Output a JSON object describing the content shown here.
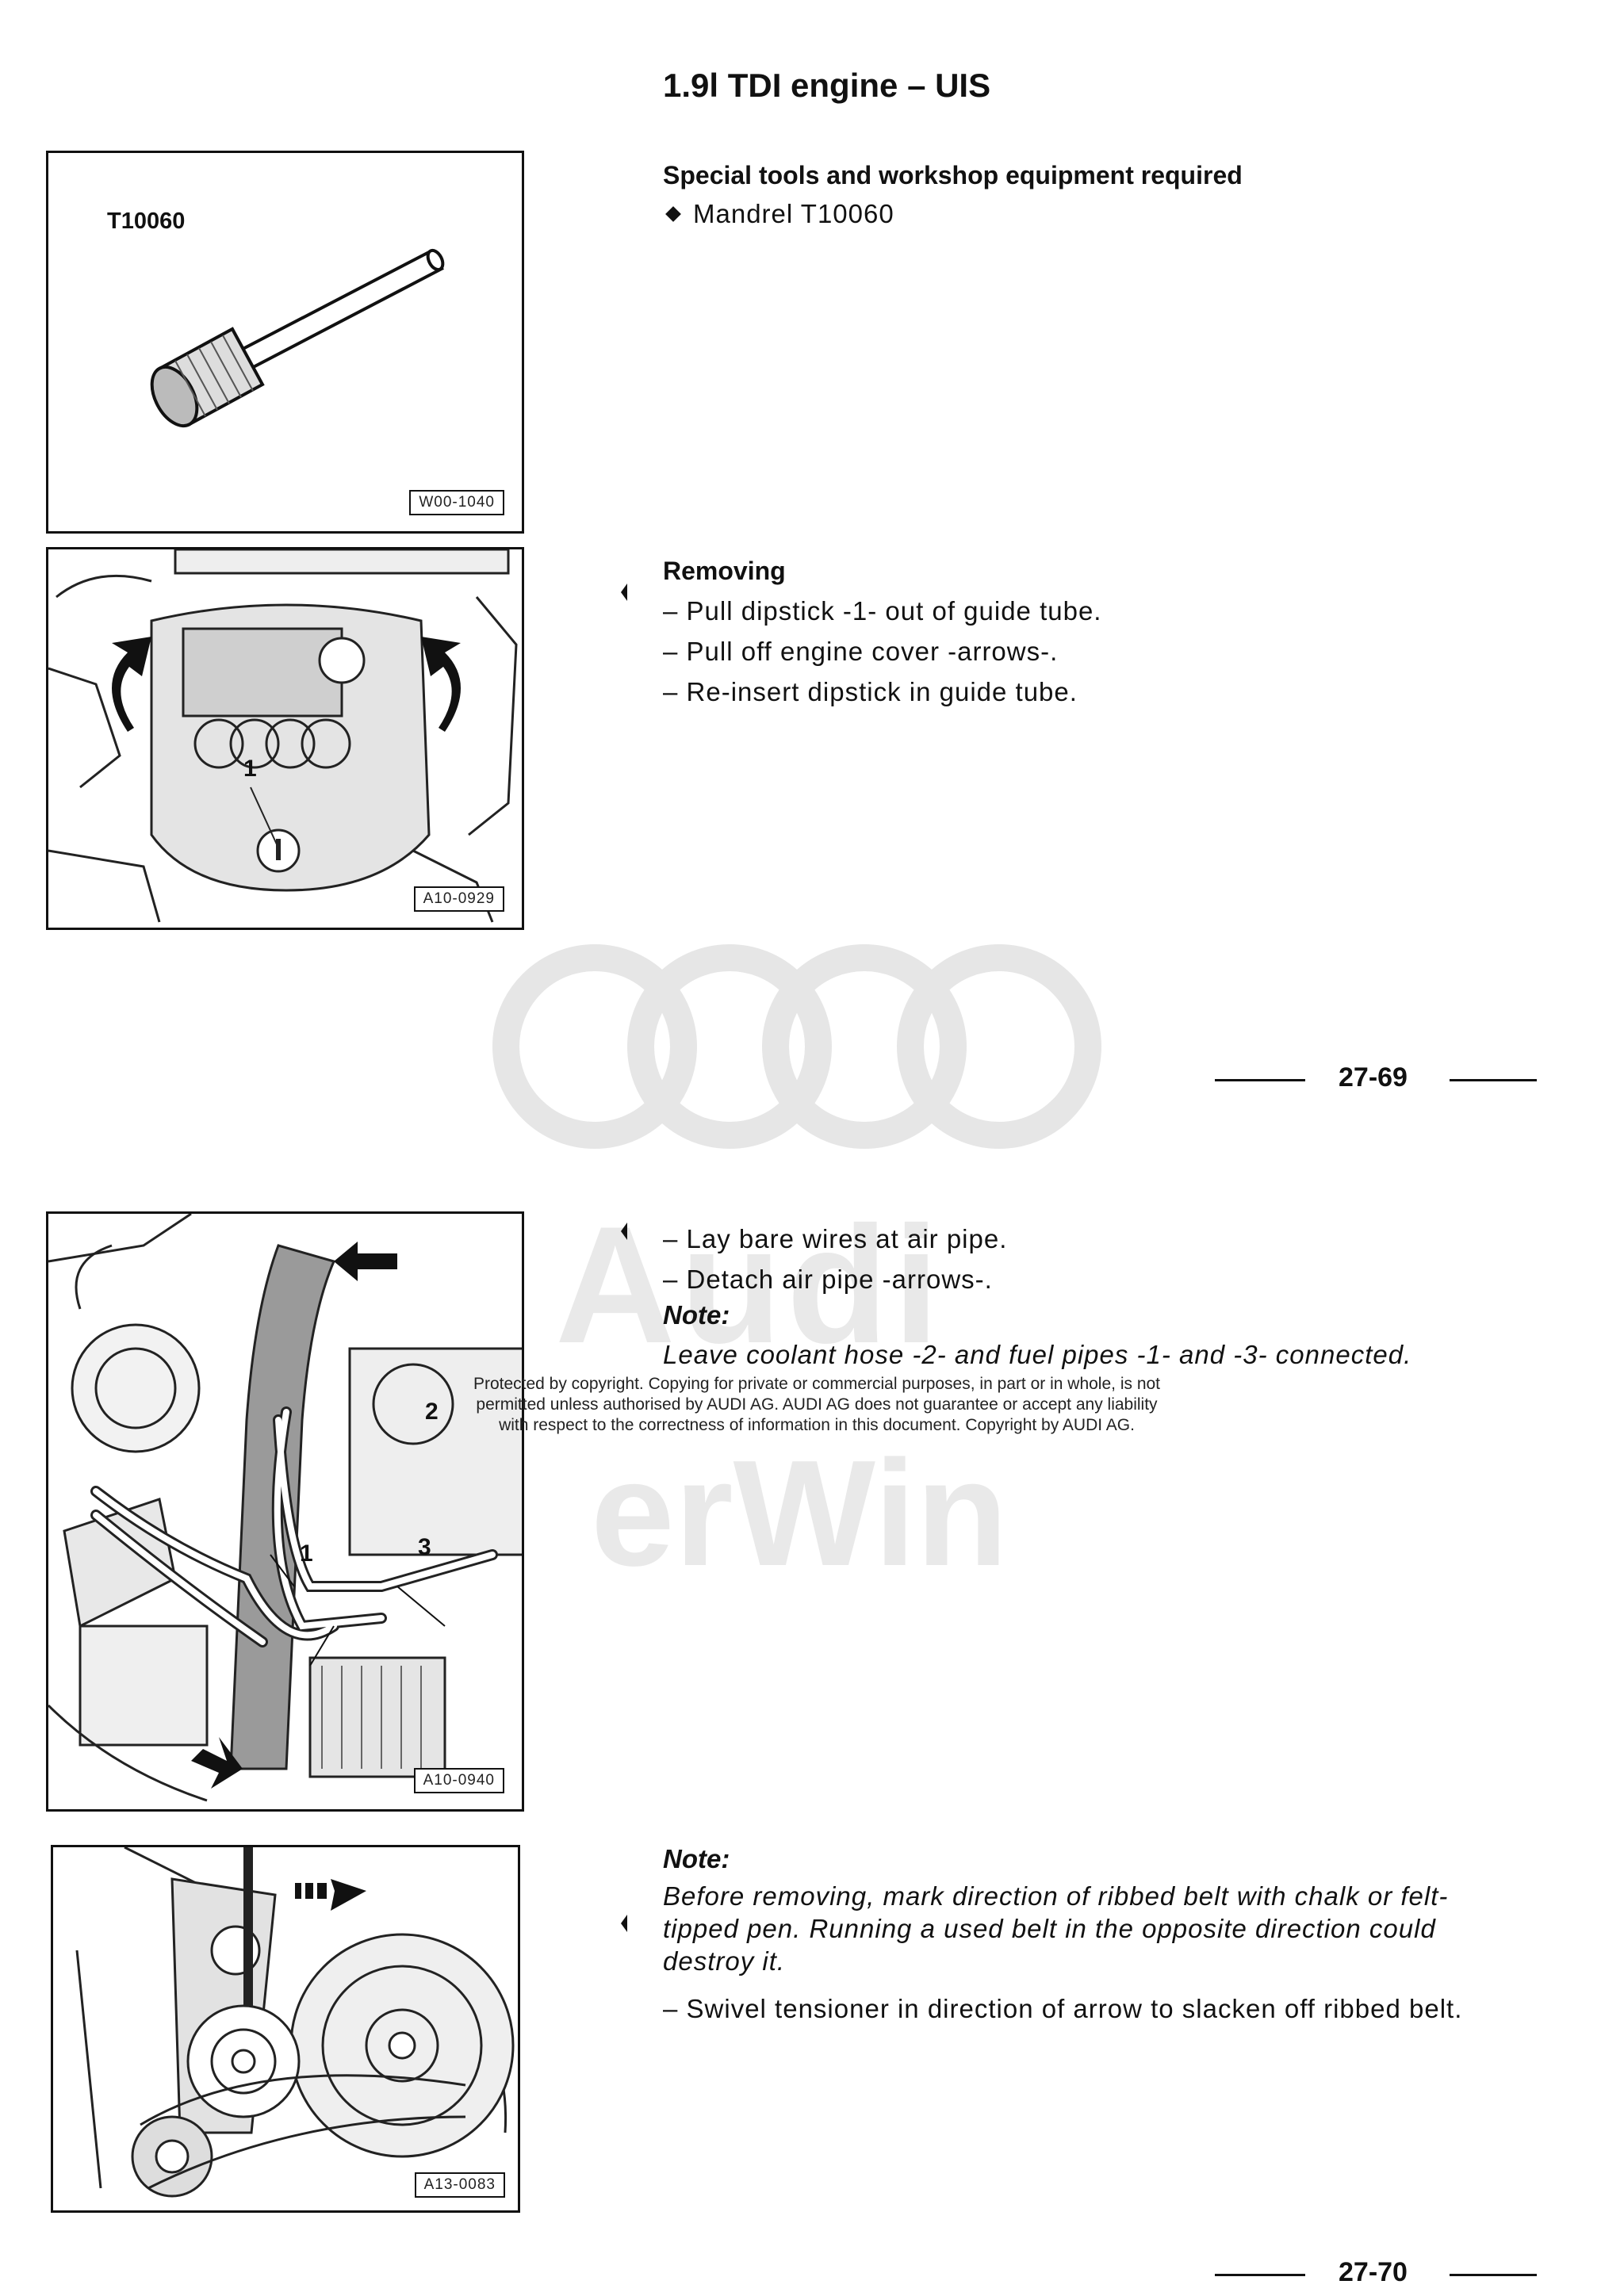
{
  "header": {
    "title": "1.9l TDI engine – UIS"
  },
  "section1": {
    "heading": "Special tools and workshop equipment required",
    "items": [
      "Mandrel T10060"
    ],
    "figure": {
      "tool_label": "T10060",
      "code": "W00-1040"
    }
  },
  "section2": {
    "heading": "Removing",
    "steps": [
      "– Pull dipstick -1- out of guide tube.",
      "– Pull off engine cover -arrows-.",
      "– Re-insert dipstick in guide tube."
    ],
    "figure": {
      "callout_1": "1",
      "code": "A10-0929"
    }
  },
  "page_numbers": {
    "first": "27-69",
    "second": "27-70"
  },
  "section3": {
    "steps": [
      "– Lay bare wires at air pipe.",
      "– Detach air pipe -arrows-."
    ],
    "note_label": "Note:",
    "note_text": "Leave coolant hose -2- and fuel pipes -1- and -3- connected.",
    "figure": {
      "callout_1": "1",
      "callout_2": "2",
      "callout_3": "3",
      "code": "A10-0940"
    }
  },
  "copyright": {
    "lines": [
      "Protected by copyright. Copying for private or commercial purposes, in part or in whole, is not",
      "permitted unless authorised by AUDI AG. AUDI AG does not guarantee or accept any liability",
      "with respect to the correctness of information in this document. Copyright by AUDI AG."
    ]
  },
  "watermark": {
    "brand": "Audi",
    "sub": "erWin"
  },
  "section4": {
    "note_label": "Note:",
    "note_text_lines": [
      "Before removing, mark direction of ribbed belt with chalk or felt-",
      "tipped pen. Running a used belt in the opposite direction could",
      "destroy it."
    ],
    "steps": [
      "– Swivel tensioner in direction of arrow to slacken off ribbed belt."
    ],
    "figure": {
      "code": "A13-0083"
    }
  },
  "icons": {
    "step_marker": "left-triangle-marker",
    "bullet": "diamond-bullet"
  }
}
